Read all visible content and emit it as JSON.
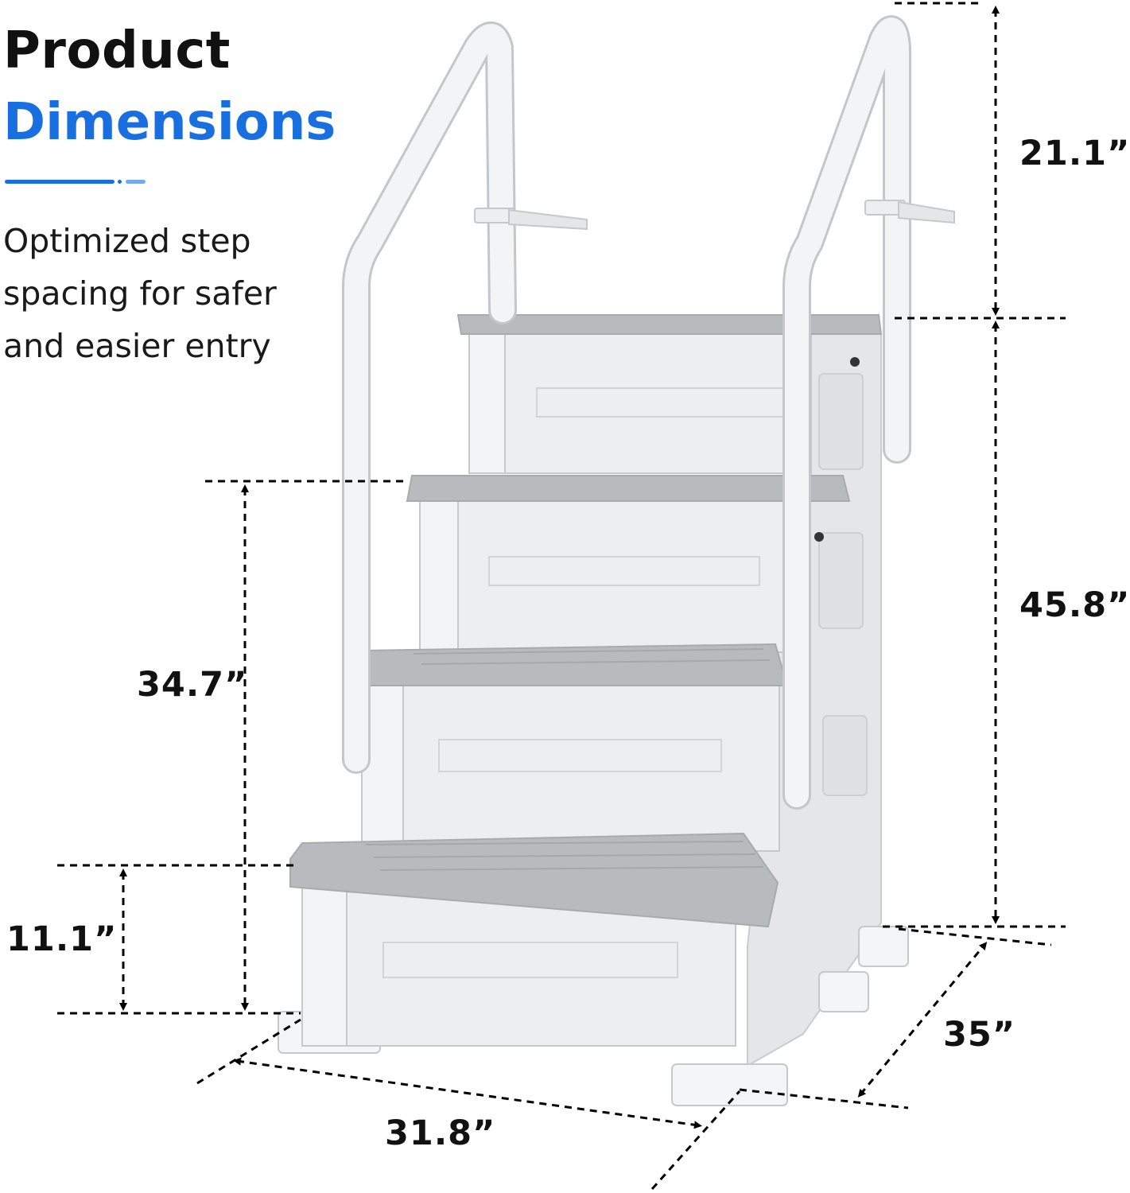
{
  "heading": {
    "line1": "Product",
    "line2": "Dimensions"
  },
  "description": {
    "lines": [
      "Optimized step",
      "spacing for safer",
      "and easier entry"
    ]
  },
  "dimensions": {
    "handrail_height": "21.1”",
    "ladder_height": "45.8”",
    "second_step_height": "34.7”",
    "first_step_height": "11.1”",
    "depth": "35”",
    "width": "31.8”"
  },
  "colors": {
    "accent": "#1a6fe0",
    "heading_dark": "#111111",
    "rail": "#f1f2f3",
    "tread": "#b4b7ba",
    "body": "#eceeef",
    "outline": "#c6c9cc"
  }
}
